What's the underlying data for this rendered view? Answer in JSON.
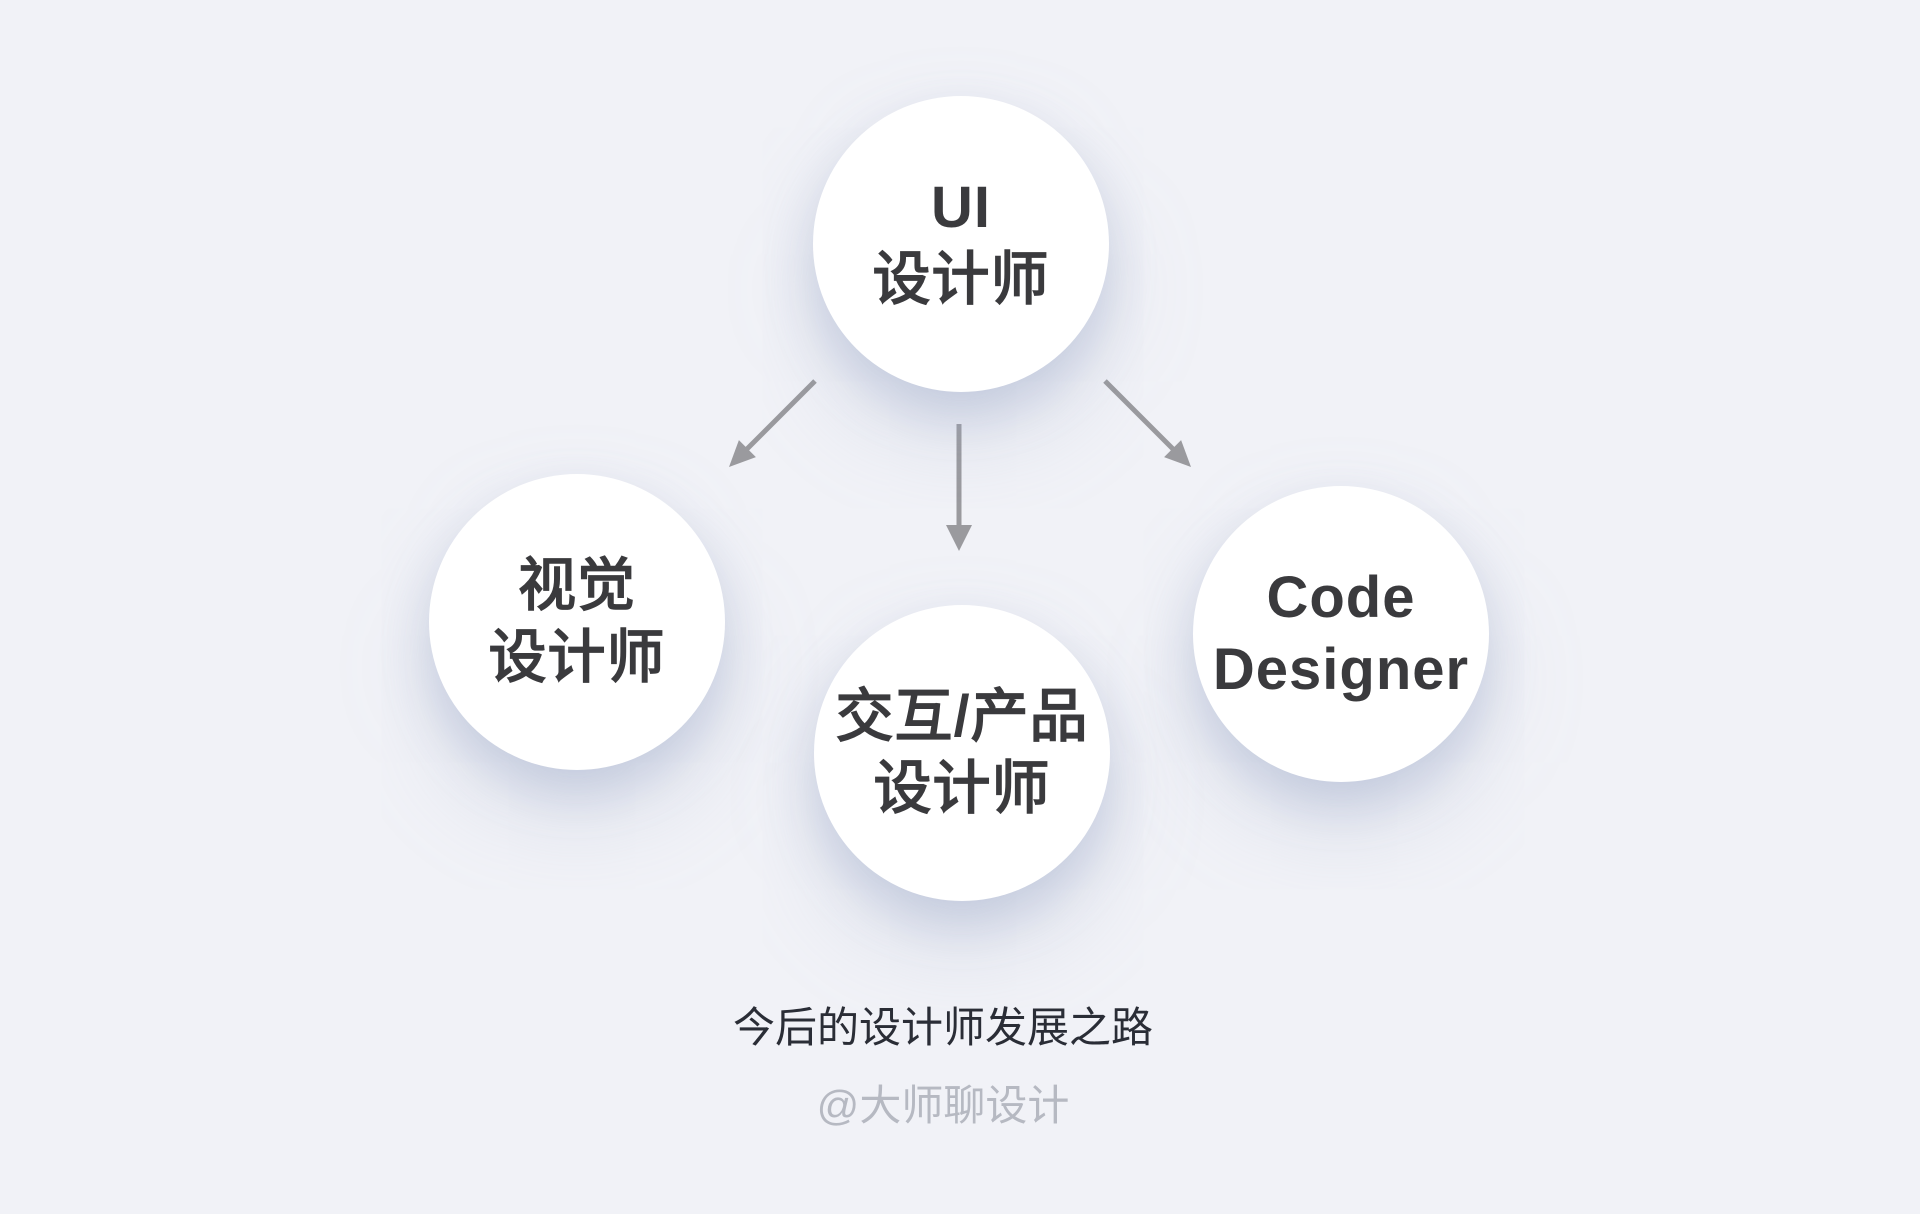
{
  "diagram": {
    "nodes": {
      "root": {
        "line1": "UI",
        "line2": "设计师"
      },
      "visual": {
        "line1": "视觉",
        "line2": "设计师"
      },
      "interaction": {
        "line1": "交互/产品",
        "line2": "设计师"
      },
      "code": {
        "line1": "Code",
        "line2": "Designer"
      }
    },
    "caption": "今后的设计师发展之路",
    "watermark": "@大师聊设计"
  },
  "colors": {
    "background": "#f1f2f7",
    "node_fill": "#ffffff",
    "node_text": "#3a3a3d",
    "arrow": "#9a9a9e",
    "caption_text": "#2a2d36",
    "watermark_text": "#b6b9c2"
  }
}
